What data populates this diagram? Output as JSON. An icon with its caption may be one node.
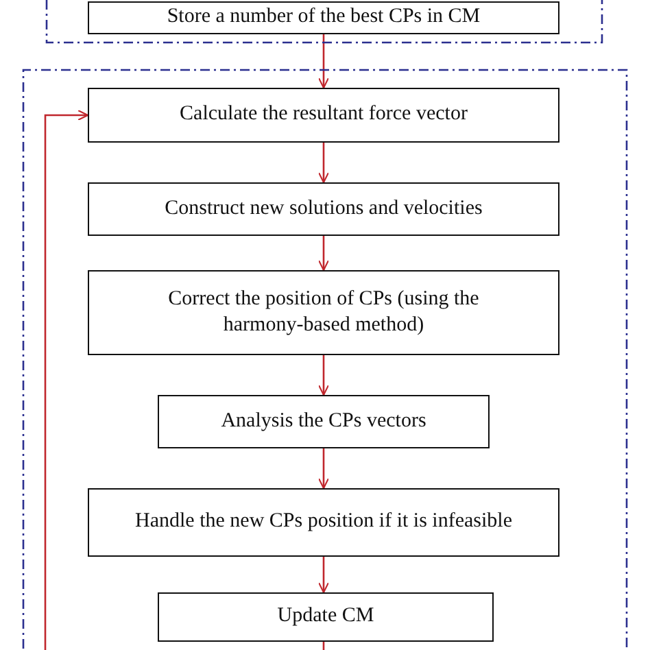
{
  "diagram": {
    "nodes": [
      {
        "text": [],
        "shape": "box"
      },
      {
        "text": [
          "Store a number of the best CPs in CM"
        ],
        "in": 0
      },
      {
        "text": [],
        "shape": "box"
      },
      {
        "text": [
          "Calculate the resultant force vector"
        ],
        "in": 2
      },
      {
        "text": [
          "Construct new solutions and velocities"
        ],
        "in": 2
      },
      {
        "text": [
          "Correct the position of CPs (using the harmony-based method)"
        ],
        "in": 2
      },
      {
        "text": [
          "Analysis the CPs vectors"
        ],
        "in": 2
      },
      {
        "text": [
          "Handle the new CPs position if it is infeasible"
        ],
        "in": 2
      },
      {
        "text": [
          "Update CM"
        ],
        "in": 2
      }
    ],
    "edges": [
      {
        "from": 1,
        "to": 3,
        "arrow": "to"
      },
      {
        "from": 3,
        "to": 4,
        "arrow": "to"
      },
      {
        "from": 4,
        "to": 5,
        "arrow": "to"
      },
      {
        "from": 5,
        "to": 6,
        "arrow": "to"
      },
      {
        "from": 6,
        "to": 7,
        "arrow": "to"
      },
      {
        "from": 7,
        "to": 8,
        "arrow": "to"
      },
      {
        "from": null,
        "to": 3,
        "arrow": "to"
      },
      {
        "from": 8,
        "to": null,
        "arrow": "none"
      }
    ]
  }
}
